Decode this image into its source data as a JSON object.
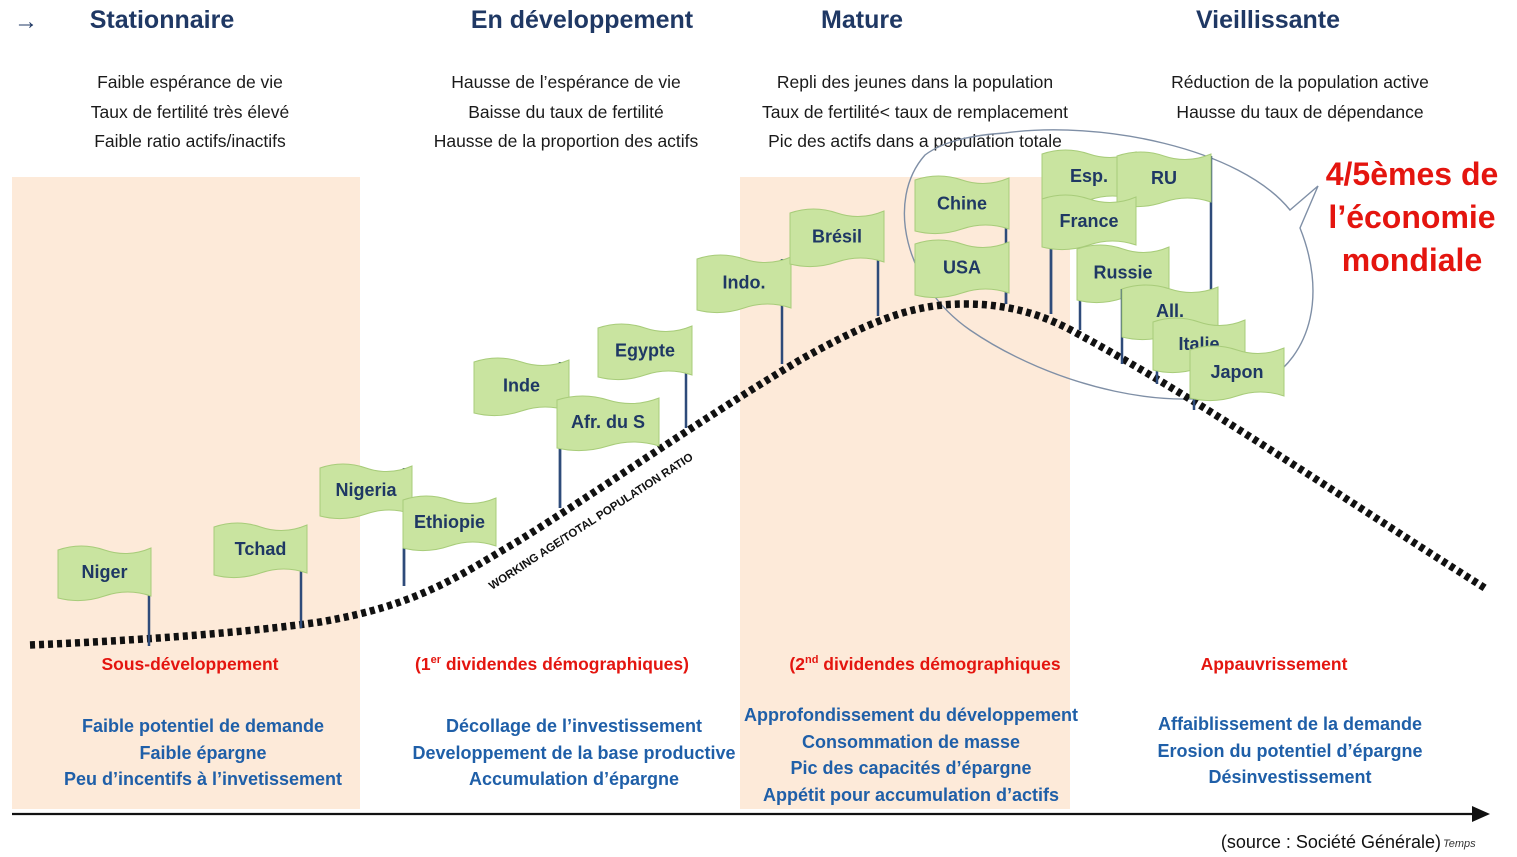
{
  "arrow_marker": "→",
  "phases": [
    {
      "title": "Stationnaire",
      "desc": [
        "Faible espérance de vie",
        "Taux de fertilité très élevé",
        "Faible ratio actifs/inactifs"
      ],
      "outcome": "Sous-développement",
      "effects": [
        "Faible potentiel de demande",
        "Faible épargne",
        "Peu d’incentifs à l’invetissement"
      ]
    },
    {
      "title": "En développement",
      "desc": [
        "Hausse de l’espérance de vie",
        "Baisse du taux de fertilité",
        "Hausse de la proportion des actifs"
      ],
      "outcome_pre": "(1",
      "outcome_sup": "er",
      "outcome_post": " dividendes démographiques)",
      "effects": [
        "Décollage de l’investissement",
        "Developpement de la base productive",
        "Accumulation d’épargne"
      ]
    },
    {
      "title": "Mature",
      "desc": [
        "Repli des jeunes dans la population",
        "Taux de fertilité< taux de remplacement",
        "Pic des actifs dans a population totale"
      ],
      "outcome_pre": "(2",
      "outcome_sup": "nd",
      "outcome_post": " dividendes démographiques",
      "effects": [
        "Approfondissement du développement",
        "Consommation de masse",
        "Pic des capacités d’épargne",
        "Appétit pour accumulation d’actifs"
      ]
    },
    {
      "title": "Vieillissante",
      "desc": [
        "Réduction de la population active",
        "Hausse du taux de dépendance"
      ],
      "outcome": "Appauvrissement",
      "effects": [
        "Affaiblissement de la demande",
        "Erosion du potentiel d’épargne",
        "Désinvestissement"
      ]
    }
  ],
  "curve_label": "WORKING AGE/TOTAL POPULATION RATIO",
  "flags": [
    "Niger",
    "Tchad",
    "Nigeria",
    "Ethiopie",
    "Inde",
    "Afr. du S",
    "Egypte",
    "Indo.",
    "Brésil",
    "Chine",
    "USA",
    "Esp.",
    "RU",
    "France",
    "Russie",
    "All.",
    "Italie",
    "Japon"
  ],
  "callout": [
    "4/5èmes de",
    "l’économie",
    "mondiale"
  ],
  "source": "(source : Société Générale)",
  "source_brand": "Temps",
  "colors": {
    "band": "#fde6d2",
    "flag_fill": "#c9e4a0",
    "flag_stroke": "#a8cc7a",
    "pole": "#2e4b7a",
    "title": "#1f3864",
    "accent_red": "#e4150f",
    "effects_blue": "#1f5fa8"
  }
}
